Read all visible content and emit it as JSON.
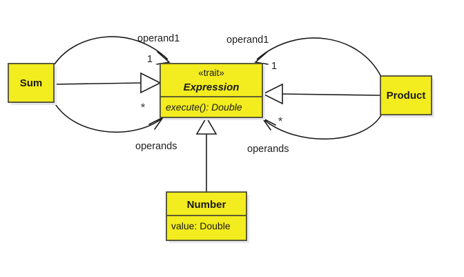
{
  "diagram": {
    "kind": "uml-class-diagram",
    "background_color": "#ffffff",
    "fill_color": "#f3ec1f",
    "border_color": "#4b4a33",
    "line_color": "#1a1a1a",
    "shadow_color": "#e8e8ee"
  },
  "classes": {
    "sum": {
      "name": "Sum"
    },
    "product": {
      "name": "Product"
    },
    "expression": {
      "stereotype": "«trait»",
      "name": "Expression",
      "operation": "execute(): Double"
    },
    "number": {
      "name": "Number",
      "attribute": "value: Double"
    }
  },
  "associations": {
    "sum_operand1": {
      "role": "operand1",
      "multiplicity": "1"
    },
    "sum_operands": {
      "role": "operands",
      "multiplicity": "*"
    },
    "product_operand1": {
      "role": "operand1",
      "multiplicity": "1"
    },
    "product_operands": {
      "role": "operands",
      "multiplicity": "*"
    }
  },
  "generalizations": {
    "sum_to_expression": "hollow-triangle-arrow",
    "product_to_expression": "hollow-triangle-arrow",
    "number_to_expression": "hollow-triangle-arrow"
  }
}
